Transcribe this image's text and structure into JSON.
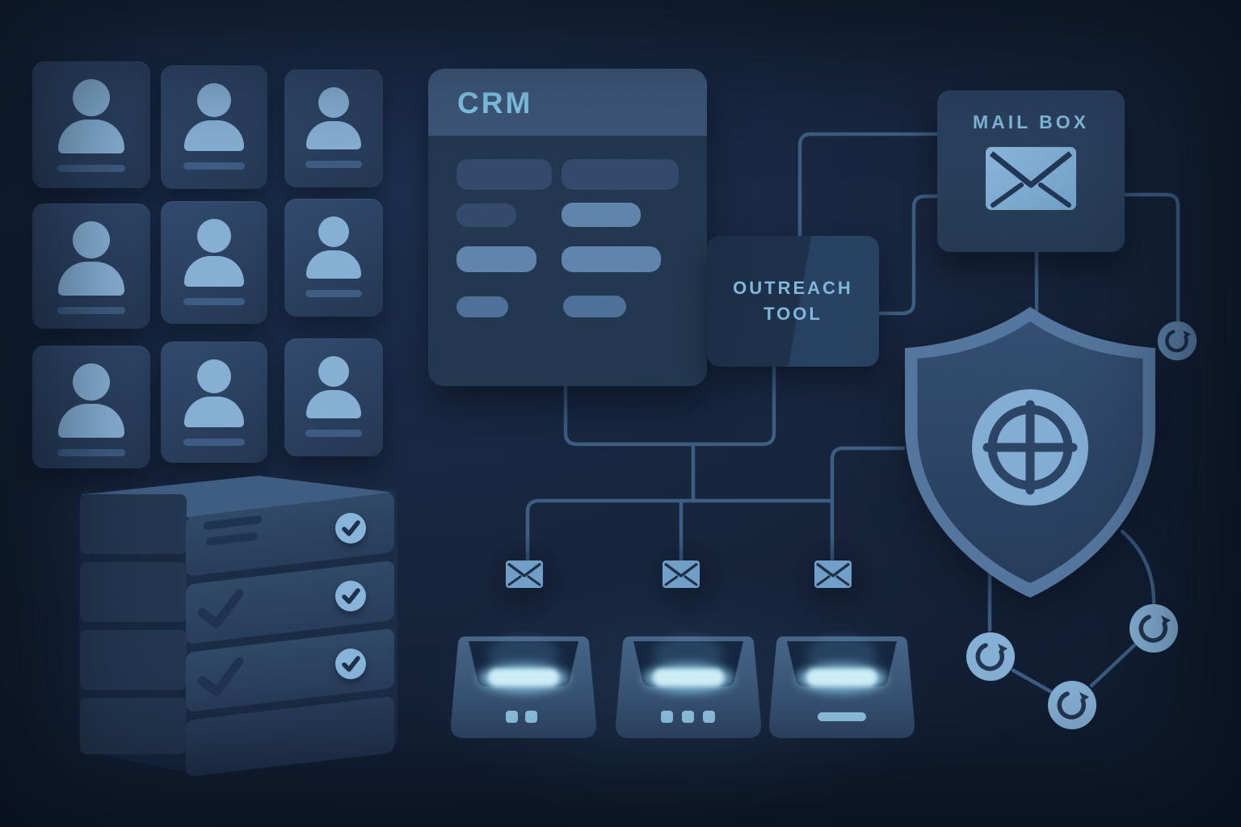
{
  "scene": {
    "description": "sales outreach workflow illustration",
    "background_color": "#16243C",
    "connector_color": "#3C5C80"
  },
  "palette": {
    "card_fill": "#2B4160",
    "person_icon": "#84AED3",
    "panel_header": "#40597C",
    "panel_body": "#22374F",
    "crm_title_text": "#80C9EB",
    "label_text": "#7FB7DA",
    "envelope_fill": "#7FABD2",
    "envelope_stroke": "#1E3450",
    "tray_glow": "#CFF0FA",
    "shield_outer": "#53749C",
    "shield_inner": "#2B4363",
    "sync_node_fill": "#84AFD5",
    "check_badge_fill": "#86B3D9",
    "dark_mark": "#1F3350"
  },
  "contact_grid": {
    "rows": 3,
    "cols": 3,
    "card_count": 9,
    "icon": "person-icon",
    "has_name_line": true
  },
  "crm_panel": {
    "title": "CRM",
    "field_rows": [
      {
        "left": {
          "width": 118,
          "height": 38,
          "tone": "dark"
        },
        "right": {
          "width": 145,
          "height": 38,
          "tone": "dark"
        }
      },
      {
        "left": {
          "width": 74,
          "height": 29,
          "tone": "dark"
        },
        "right": {
          "width": 98,
          "height": 30,
          "tone": "light"
        }
      },
      {
        "left": {
          "width": 99,
          "height": 32,
          "tone": "light"
        },
        "right": {
          "width": 123,
          "height": 32,
          "tone": "light"
        }
      },
      {
        "left": {
          "width": 64,
          "height": 26,
          "tone": "medium"
        },
        "right": {
          "width": 78,
          "height": 27,
          "tone": "medium"
        }
      }
    ]
  },
  "outreach_tool": {
    "label": "OUTREACH TOOL"
  },
  "mailbox": {
    "title": "MAIL BOX",
    "icon": "envelope-icon"
  },
  "shield": {
    "icon": "target-shield-icon"
  },
  "server_stack": {
    "tiers": [
      {
        "front_mark": "menu-lines",
        "badge": "check-circle"
      },
      {
        "front_mark": "checkmark",
        "badge": "check-circle"
      },
      {
        "front_mark": "checkmark",
        "badge": "check-circle"
      },
      {
        "front_mark": "none",
        "badge": "none"
      }
    ]
  },
  "outbox_flow": {
    "envelope_count": 3,
    "trays": [
      {
        "indicator": "two-dots"
      },
      {
        "indicator": "three-dots"
      },
      {
        "indicator": "pill-line"
      }
    ]
  },
  "sync_nodes": {
    "count": 4,
    "icon": "refresh-icon"
  }
}
